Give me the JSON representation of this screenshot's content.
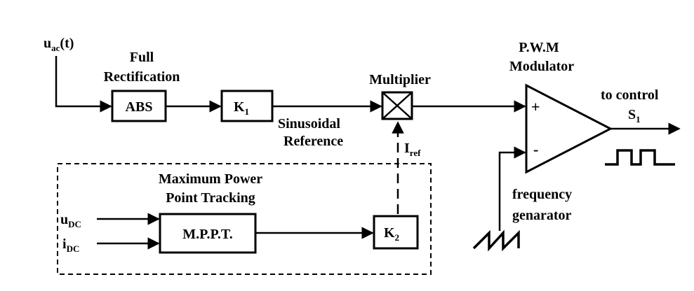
{
  "inputs": {
    "uac": {
      "main": "u",
      "sub": "ac",
      "suffix": "(t)"
    },
    "udc": {
      "main": "u",
      "sub": "DC"
    },
    "idc": {
      "main": "i",
      "sub": "DC"
    }
  },
  "blocks": {
    "full_rect_title_1": "Full",
    "full_rect_title_2": "Rectification",
    "abs": "ABS",
    "k1": {
      "main": "K",
      "sub": "1"
    },
    "k2": {
      "main": "K",
      "sub": "2"
    },
    "mppt": "M.P.P.T.",
    "multiplier_title": "Multiplier",
    "sinusoidal_1": "Sinusoidal",
    "sinusoidal_2": "Reference",
    "iref": {
      "main": "I",
      "sub": "ref"
    },
    "mppt_group_1": "Maximum Power",
    "mppt_group_2": "Point Tracking",
    "pwm_1": "P.W.M",
    "pwm_2": "Modulator",
    "plus": "+",
    "minus": "-",
    "freq_1": "frequency",
    "freq_2": "genarator",
    "out_1": "to control",
    "out_s": {
      "main": "S",
      "sub": "1"
    }
  }
}
